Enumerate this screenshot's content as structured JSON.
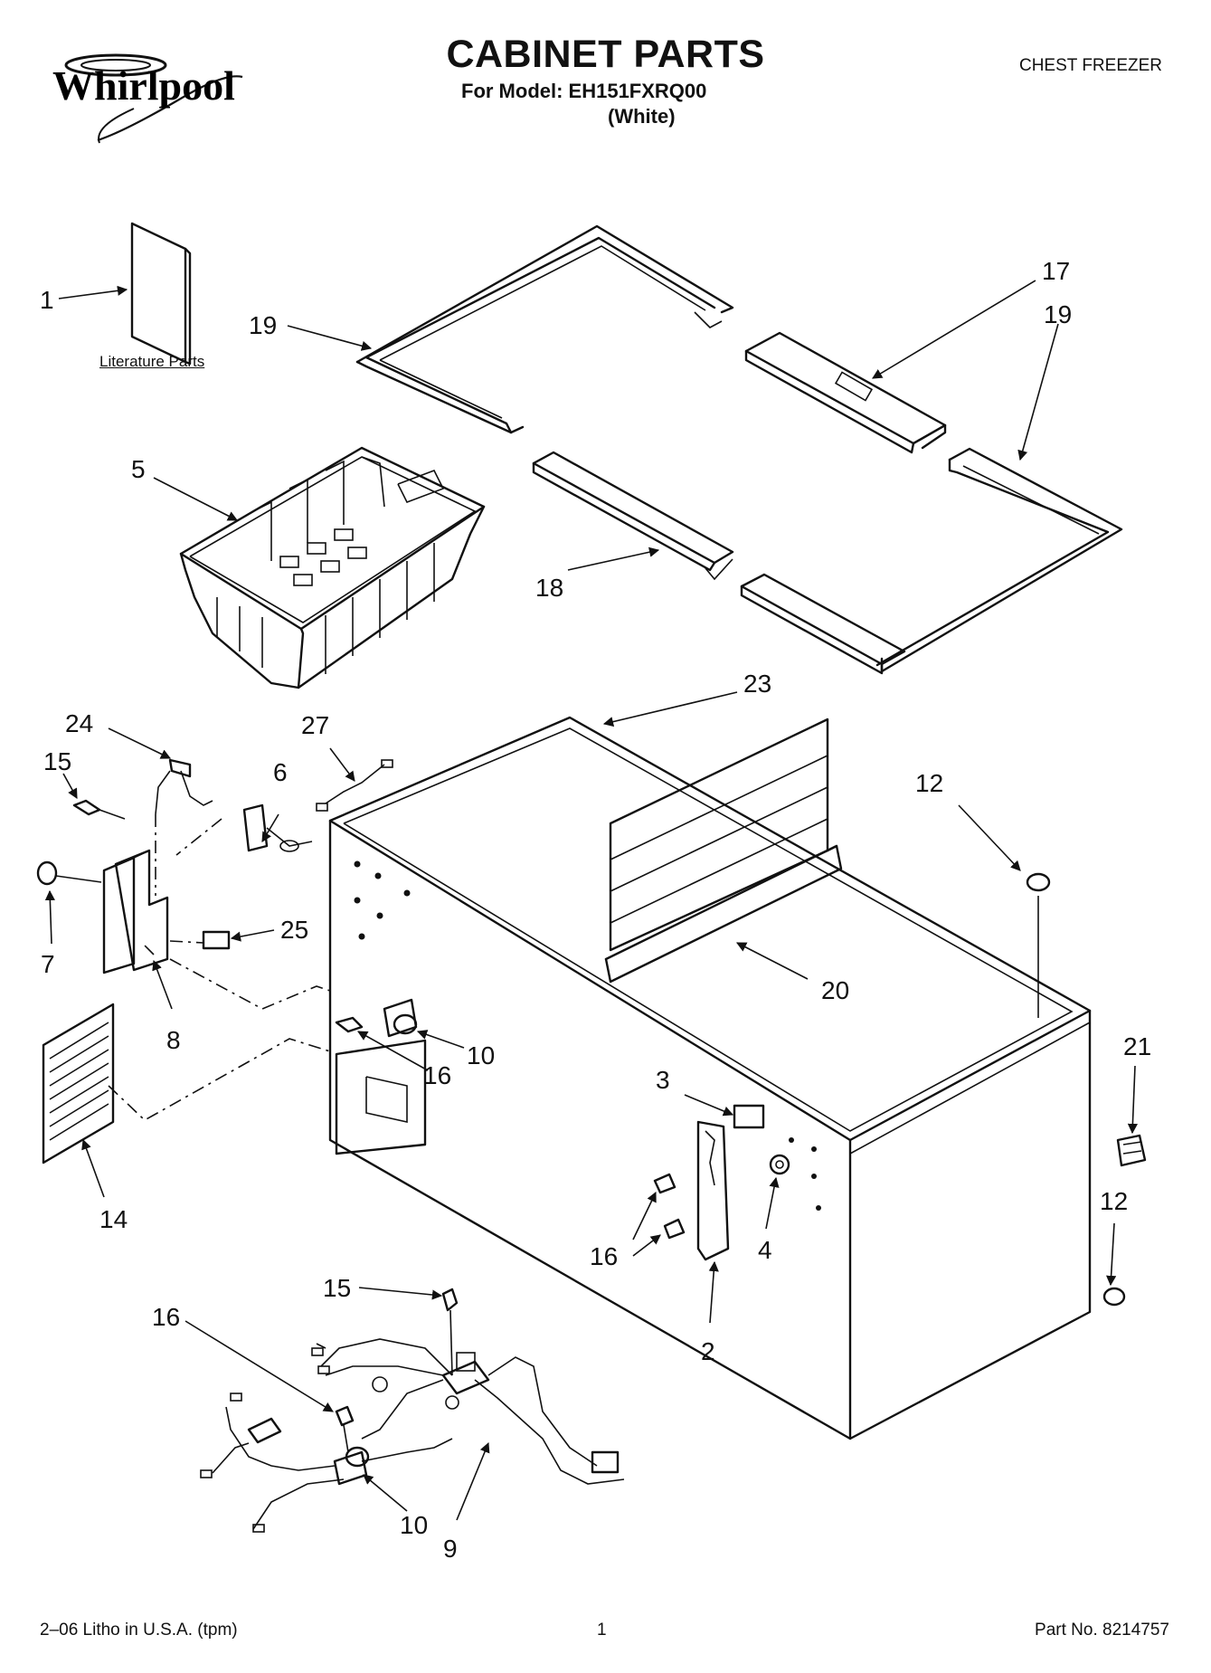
{
  "brand": {
    "logo_text": "Whirlpool"
  },
  "header": {
    "title": "CABINET PARTS",
    "model": "For Model: EH151FXRQ00",
    "color": "(White)",
    "category": "CHEST FREEZER"
  },
  "diagram": {
    "literature_label": "Literature Parts",
    "callouts": [
      "1",
      "19",
      "17",
      "19",
      "5",
      "18",
      "23",
      "24",
      "15",
      "27",
      "6",
      "12",
      "7",
      "25",
      "8",
      "20",
      "10",
      "16",
      "21",
      "3",
      "14",
      "16",
      "4",
      "12",
      "2",
      "15",
      "16",
      "10",
      "9"
    ]
  },
  "footer": {
    "litho": "2–06 Litho in U.S.A. (tpm)",
    "page": "1",
    "part_no": "Part No. 8214757"
  }
}
